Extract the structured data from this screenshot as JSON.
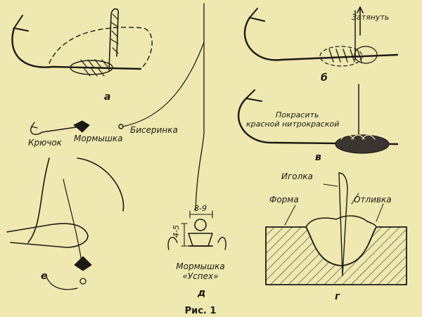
{
  "colors": {
    "paper": "#efe8b0",
    "ink": "#1c1a15",
    "hatch": "#3a3530"
  },
  "labels": {
    "zatyanut": "Затянуть",
    "pokrasit_line1": "Покрасить",
    "pokrasit_line2": "красной нитрокраской",
    "kryuchok": "Крючок",
    "mormyshka": "Мормышка",
    "biserinka": "Бисеринка",
    "igolka": "Иголка",
    "forma": "Форма",
    "otlivka": "Отливка",
    "dim_top": "8-9",
    "dim_side": "4-5",
    "uspekh_line1": "Мормышка",
    "uspekh_line2": "«Успех»"
  },
  "panels": {
    "a": "а",
    "b": "б",
    "v": "в",
    "g": "г",
    "d": "д",
    "e": "е"
  },
  "caption": "Рис. 1"
}
